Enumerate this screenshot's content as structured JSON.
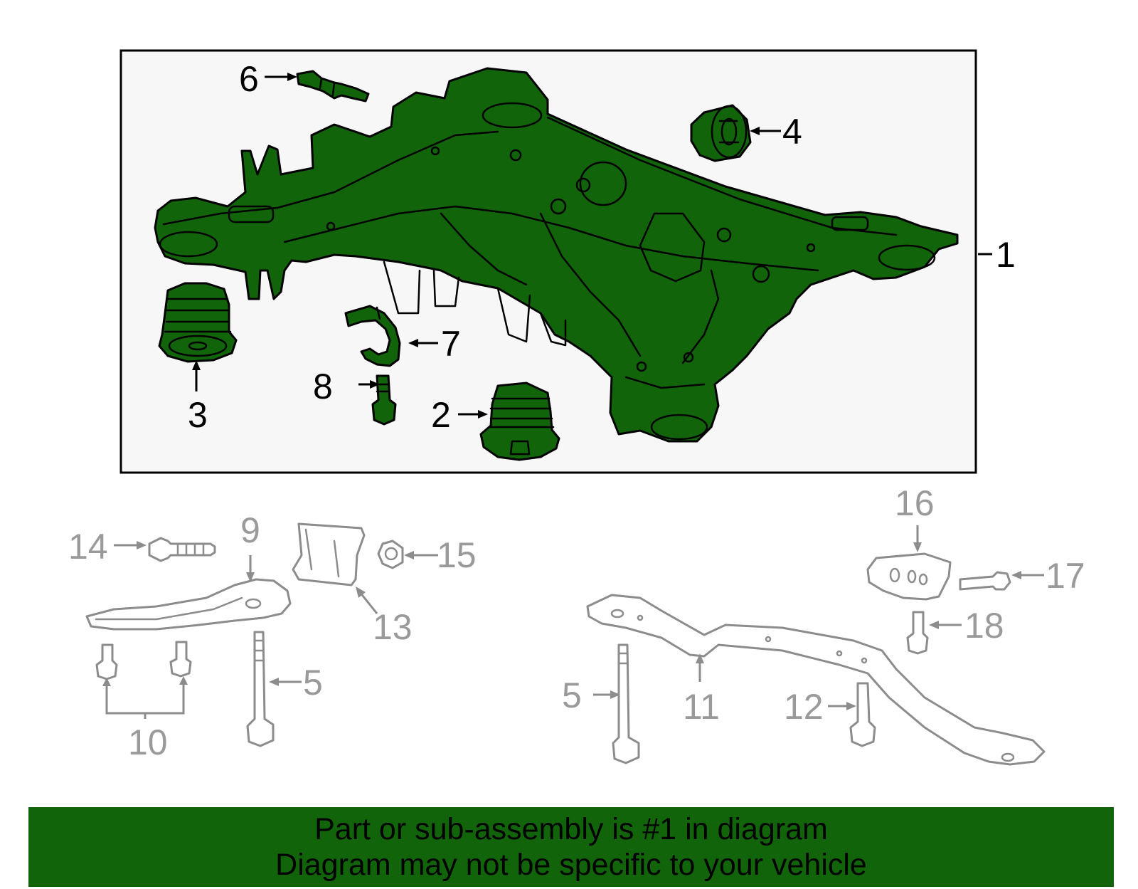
{
  "colors": {
    "part_green": "#12640a",
    "banner_green": "#12640a",
    "highlight_box_bg": "#f7f7f7",
    "dim_part_grey": "#8c8c8c"
  },
  "callouts": {
    "c1": "1",
    "c2": "2",
    "c3": "3",
    "c4": "4",
    "c5a": "5",
    "c5b": "5",
    "c6": "6",
    "c7": "7",
    "c8": "8",
    "c9": "9",
    "c10": "10",
    "c11": "11",
    "c12": "12",
    "c13": "13",
    "c14": "14",
    "c15": "15",
    "c16": "16",
    "c17": "17",
    "c18": "18"
  },
  "banner": {
    "line1": "Part or sub-assembly is #1 in diagram",
    "line2": "Diagram may not be specific to your vehicle"
  }
}
